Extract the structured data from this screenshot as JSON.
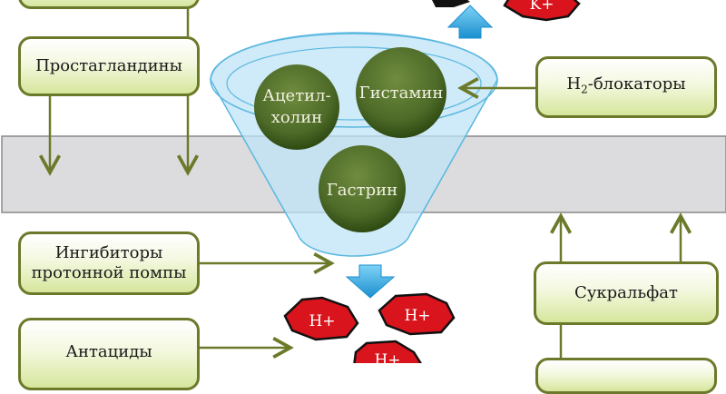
{
  "boxes": {
    "top_left": "",
    "prostaglandins": "Простагландины",
    "h2_blockers_prefix": "H",
    "h2_blockers_sub": "2",
    "h2_blockers_suffix": "-блокаторы",
    "ppi_line1": "Ингибиторы",
    "ppi_line2": "протонной помпы",
    "antacids": "Антациды",
    "sucralfate": "Сукральфат"
  },
  "receptors": {
    "acetylcholine_line1": "Ацетил-",
    "acetylcholine_line2": "холин",
    "histamine": "Гистамин",
    "gastrin": "Гастрин"
  },
  "ions": {
    "potassium": "K+",
    "hydrogen_1": "H+",
    "hydrogen_2": "H+",
    "hydrogen_3": "H+"
  },
  "colors": {
    "box_border": "#6b7a2a",
    "arrow": "#6b7a2a",
    "ball": "#4d6a28",
    "ion_fill": "#d9141c",
    "funnel": "#bfe3f5",
    "membrane": "#dcdcde",
    "blue_arrow": "#29a9e0"
  }
}
